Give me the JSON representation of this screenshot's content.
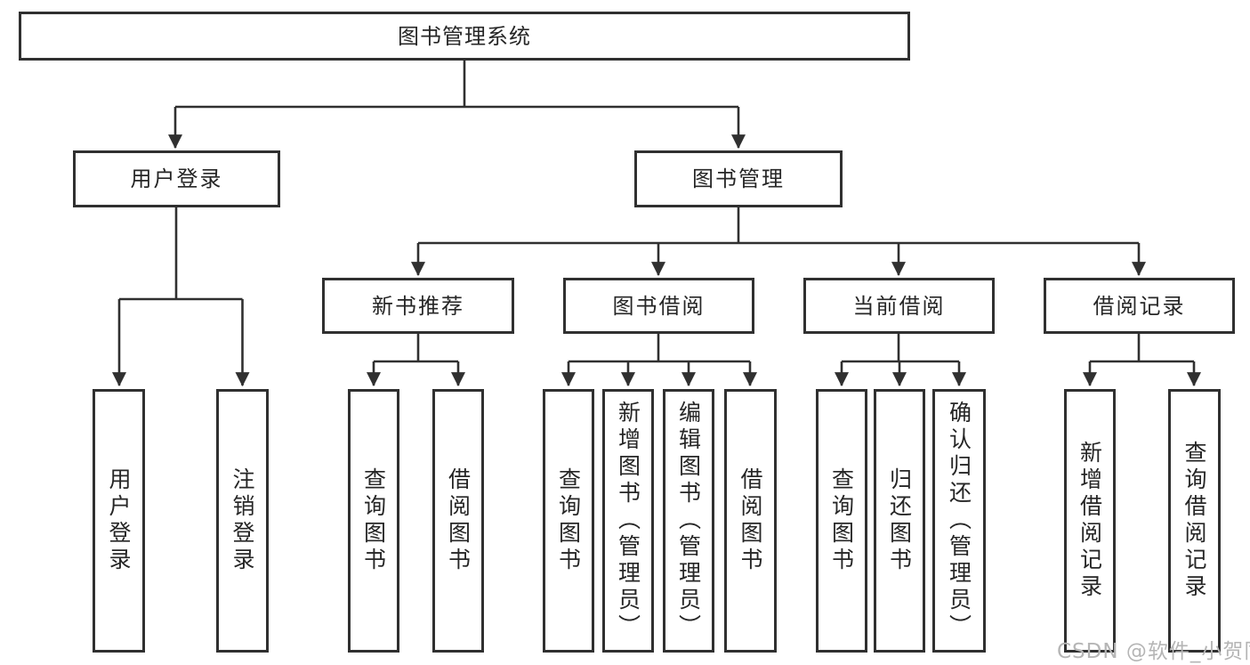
{
  "diagram": {
    "root": "图书管理系统",
    "level2": [
      "用户登录",
      "图书管理"
    ],
    "level3": [
      "新书推荐",
      "图书借阅",
      "当前借阅",
      "借阅记录"
    ],
    "leaves": {
      "user_login": [
        "用户登录",
        "注销登录"
      ],
      "new_book_recommend": [
        "查询图书",
        "借阅图书"
      ],
      "book_borrow": [
        "查询图书",
        "新增图书（管理员）",
        "编辑图书（管理员）",
        "借阅图书"
      ],
      "current_borrow": [
        "查询图书",
        "归还图书",
        "确认归还（管理员）"
      ],
      "borrow_records": [
        "新增借阅记录",
        "查询借阅记录"
      ]
    }
  },
  "colors": {
    "line": "#303030",
    "box_border": "#303030",
    "text": "#262626",
    "watermark": "#b5b5b5",
    "background": "#ffffff"
  },
  "watermark": {
    "text": "CSDN @软件_小贺同学"
  }
}
